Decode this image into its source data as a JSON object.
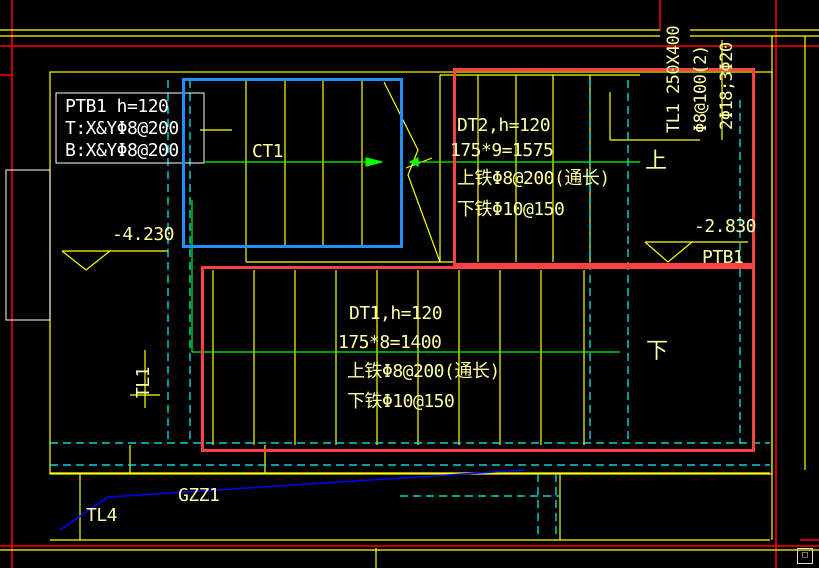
{
  "labels": {
    "ptb1_title": "PTB1 h=120",
    "ptb1_top": "T:X&YΦ8@200",
    "ptb1_bottom": "B:X&YΦ8@200",
    "ct1": "CT1",
    "dt2_title": "DT2,h=120",
    "dt2_dims": "175*9=1575",
    "dt2_top": "上铁Φ8@200(通长)",
    "dt2_bottom": "下铁Φ10@150",
    "up_arrow": "上",
    "tl1_beam": "TL1 250X400",
    "tl1_stirrup": "Φ8@100(2)",
    "tl1_rebar": "2Φ18;3Φ20",
    "elev_left": "-4.230",
    "elev_right": "-2.830",
    "ptb1_right": "PTB1",
    "dt1_title": "DT1,h=120",
    "dt1_dims": "175*8=1400",
    "dt1_top": "上铁Φ8@200(通长)",
    "dt1_bottom": "下铁Φ10@150",
    "down_arrow": "下",
    "tl1_left": "TL1",
    "gzz1": "GZZ1",
    "tl4": "TL4"
  },
  "colors": {
    "background": "#000000",
    "wall_line": "#ffff00",
    "axis_line": "#ff0000",
    "dashed_line": "#00ffff",
    "walk_line": "#00ff00",
    "gzz_line": "#0000ff",
    "text": "#ffffa0",
    "highlight_blue": "#1e90ff",
    "highlight_red": "#ff4040"
  }
}
